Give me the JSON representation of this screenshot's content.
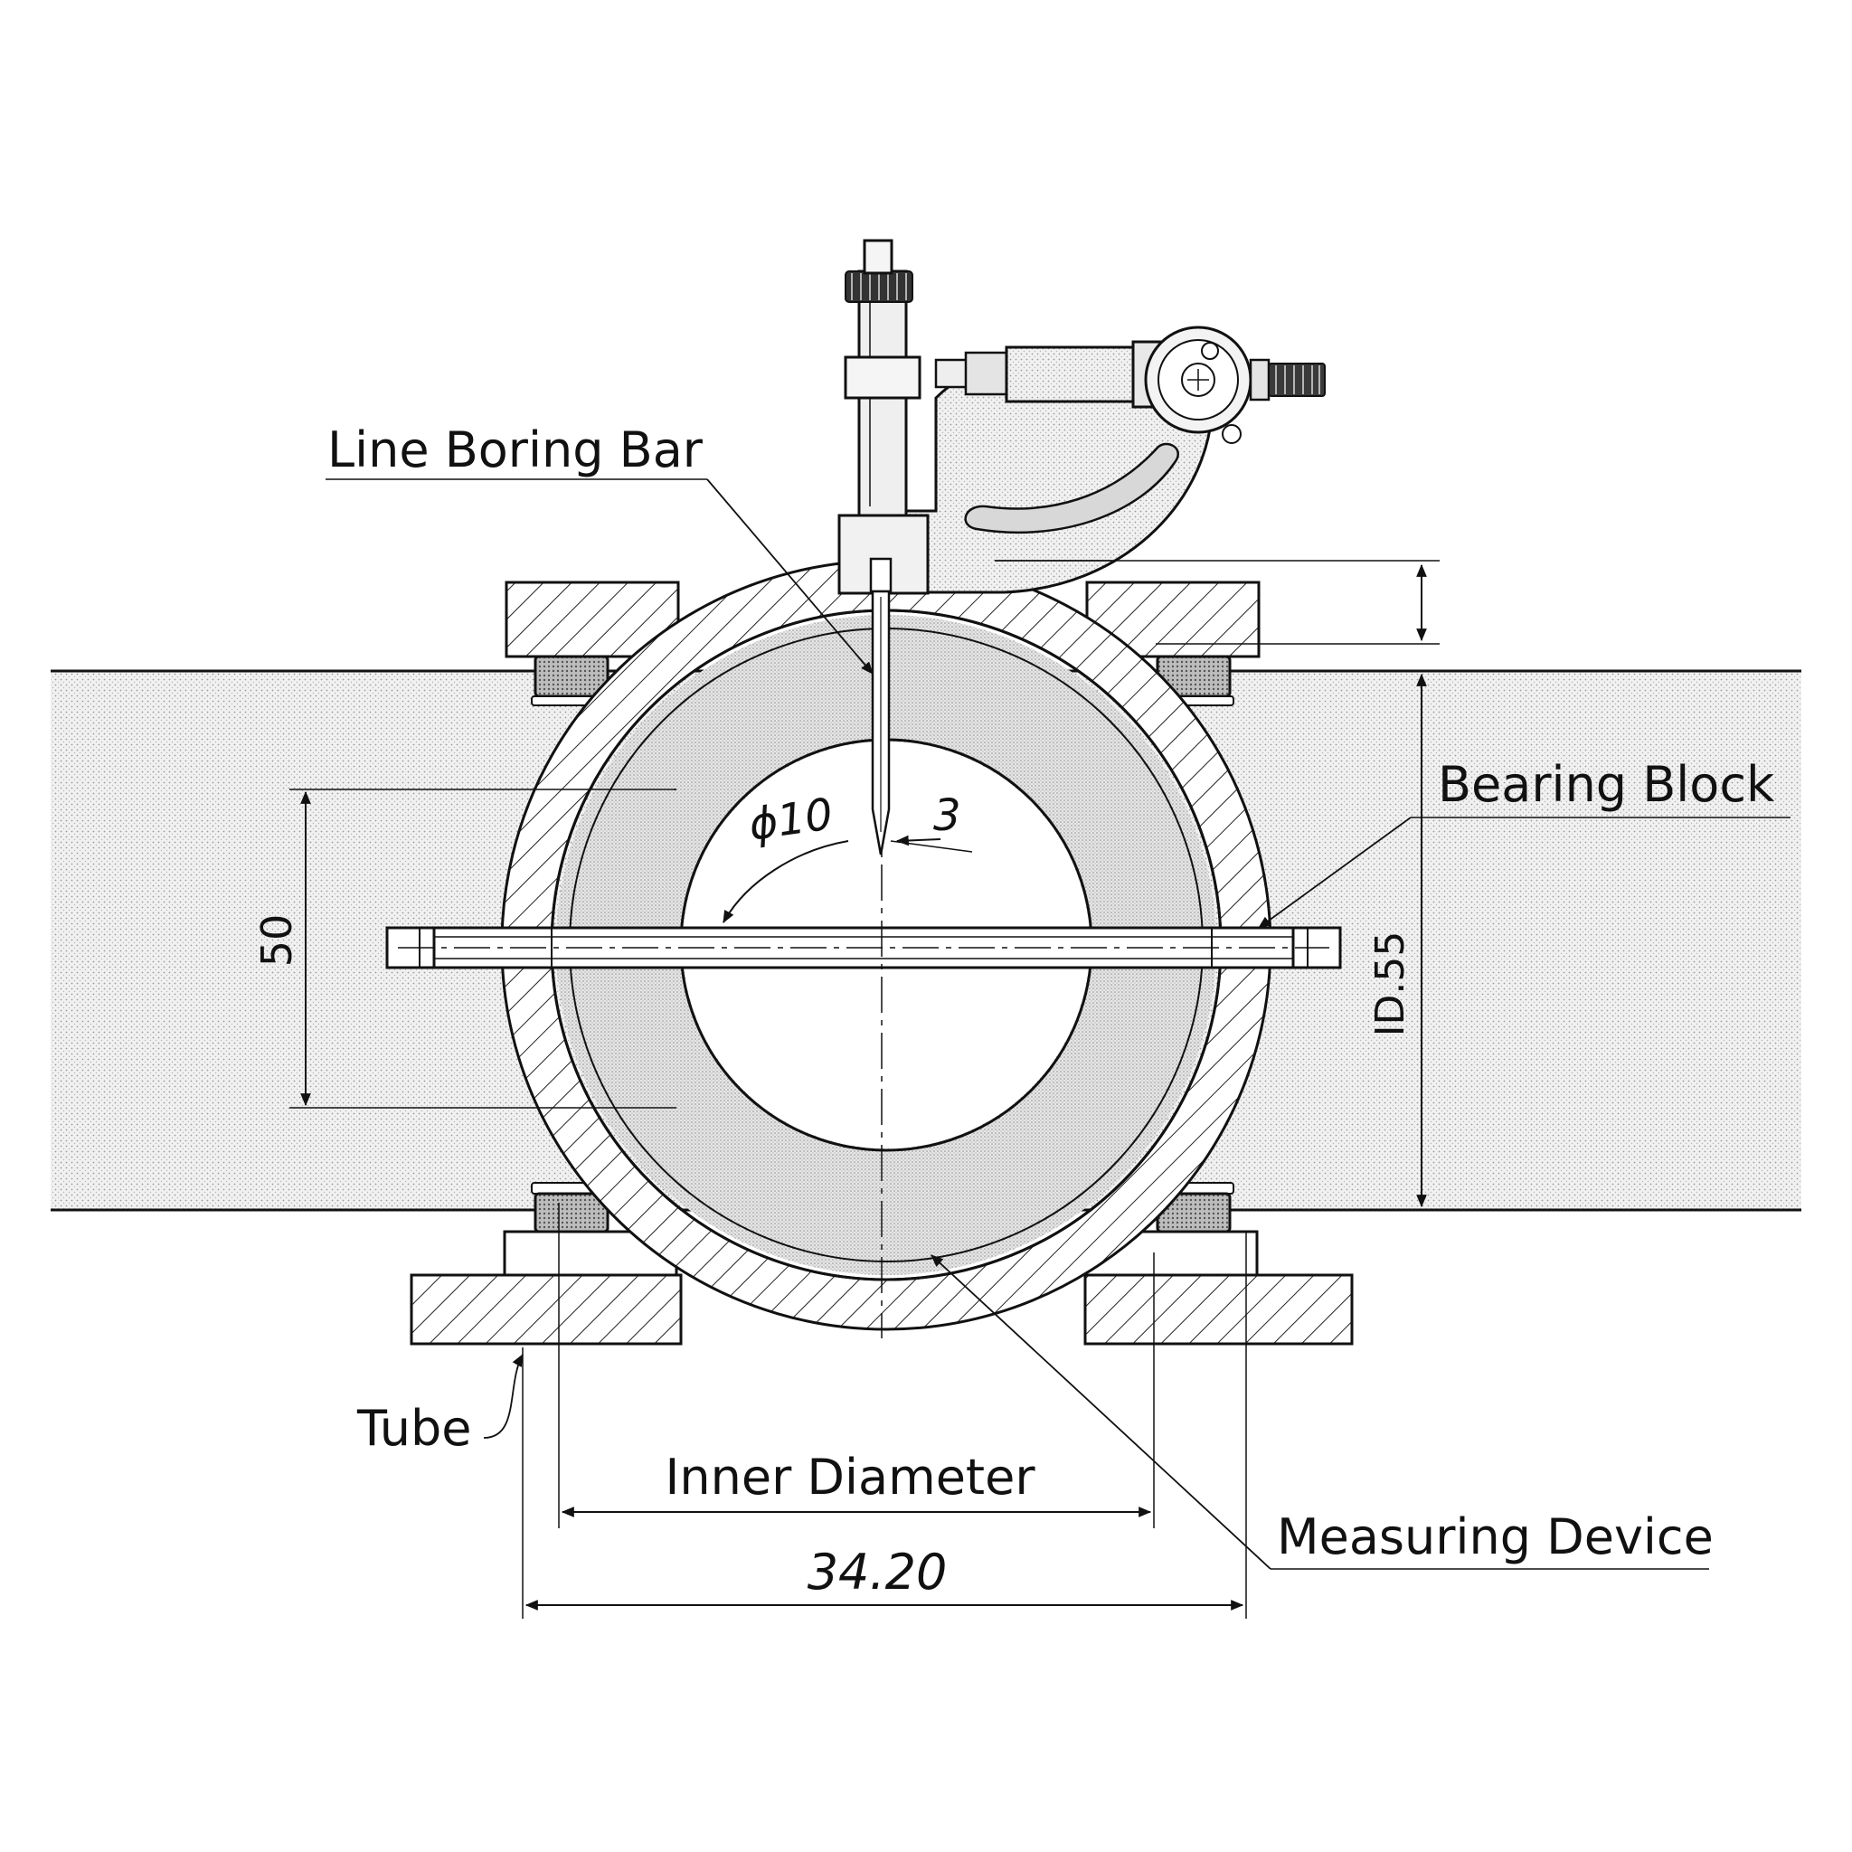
{
  "labels": {
    "line_boring_bar": "Line Boring Bar",
    "bearing_block": "Bearing Block",
    "tube": "Tube",
    "inner_diameter": "Inner Diameter",
    "measuring_device": "Measuring Device"
  },
  "dimensions": {
    "phi10": "ϕ10",
    "three": "3",
    "fifty": "50",
    "id55": "ID.55",
    "width": "34.20"
  }
}
